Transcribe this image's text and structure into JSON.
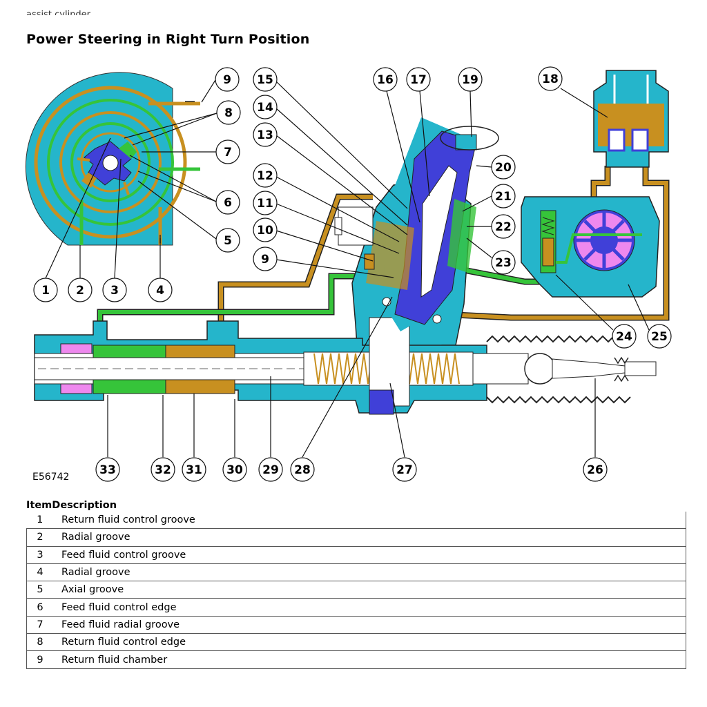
{
  "page": {
    "top_cut_text": "assist cylinder.",
    "title": "Power Steering in Right Turn Position"
  },
  "figure": {
    "code": "E56742",
    "colors": {
      "housing": "#25b5cb",
      "feed": "#36c43a",
      "return": "#c89020",
      "valve": "#4040d8",
      "pump_rotor": "#ee88ee",
      "outline": "#222222"
    },
    "callouts": [
      "1",
      "2",
      "3",
      "4",
      "5",
      "6",
      "7",
      "8",
      "9",
      "10",
      "11",
      "12",
      "13",
      "14",
      "15",
      "16",
      "17",
      "18",
      "19",
      "20",
      "21",
      "22",
      "23",
      "24",
      "25",
      "26",
      "27",
      "28",
      "29",
      "30",
      "31",
      "32",
      "33"
    ]
  },
  "table": {
    "header_item": "Item",
    "header_description": "Description",
    "rows": [
      {
        "item": "1",
        "description": "Return fluid control groove"
      },
      {
        "item": "2",
        "description": "Radial groove"
      },
      {
        "item": "3",
        "description": "Feed fluid control groove"
      },
      {
        "item": "4",
        "description": "Radial groove"
      },
      {
        "item": "5",
        "description": "Axial groove"
      },
      {
        "item": "6",
        "description": "Feed fluid control edge"
      },
      {
        "item": "7",
        "description": "Feed fluid radial groove"
      },
      {
        "item": "8",
        "description": "Return fluid control edge"
      },
      {
        "item": "9",
        "description": "Return fluid chamber"
      }
    ]
  }
}
